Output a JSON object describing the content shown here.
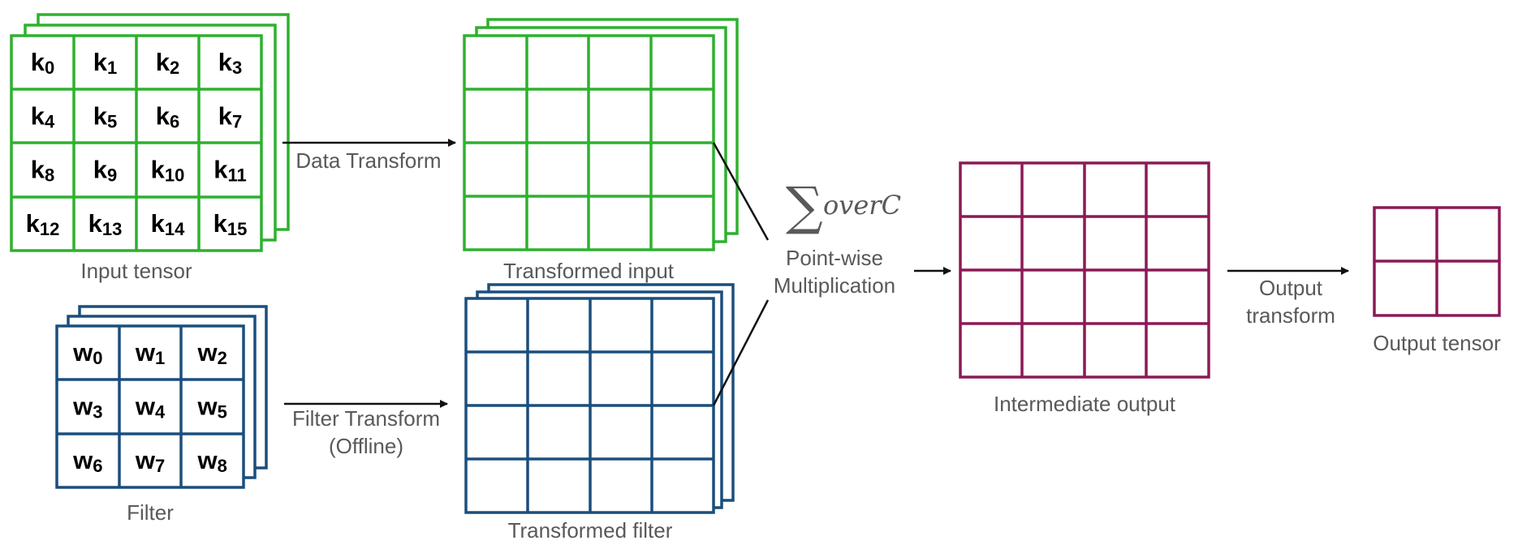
{
  "colors": {
    "green": "#2eb12e",
    "blue": "#1a4e7d",
    "purple": "#8b1a55",
    "arrow": "#111111",
    "label": "#595959"
  },
  "input_cells": [
    {
      "base": "k",
      "sub": "0"
    },
    {
      "base": "k",
      "sub": "1"
    },
    {
      "base": "k",
      "sub": "2"
    },
    {
      "base": "k",
      "sub": "3"
    },
    {
      "base": "k",
      "sub": "4"
    },
    {
      "base": "k",
      "sub": "5"
    },
    {
      "base": "k",
      "sub": "6"
    },
    {
      "base": "k",
      "sub": "7"
    },
    {
      "base": "k",
      "sub": "8"
    },
    {
      "base": "k",
      "sub": "9"
    },
    {
      "base": "k",
      "sub": "10"
    },
    {
      "base": "k",
      "sub": "11"
    },
    {
      "base": "k",
      "sub": "12"
    },
    {
      "base": "k",
      "sub": "13"
    },
    {
      "base": "k",
      "sub": "14"
    },
    {
      "base": "k",
      "sub": "15"
    }
  ],
  "filter_cells": [
    {
      "base": "w",
      "sub": "0"
    },
    {
      "base": "w",
      "sub": "1"
    },
    {
      "base": "w",
      "sub": "2"
    },
    {
      "base": "w",
      "sub": "3"
    },
    {
      "base": "w",
      "sub": "4"
    },
    {
      "base": "w",
      "sub": "5"
    },
    {
      "base": "w",
      "sub": "6"
    },
    {
      "base": "w",
      "sub": "7"
    },
    {
      "base": "w",
      "sub": "8"
    }
  ],
  "labels": {
    "input_tensor": "Input tensor",
    "filter": "Filter",
    "data_transform": "Data Transform",
    "filter_transform_line1": "Filter Transform",
    "filter_transform_line2": "(Offline)",
    "transformed_input": "Transformed input",
    "transformed_filter": "Transformed filter",
    "sum_symbol": "∑",
    "sum_over": "overC",
    "pointwise_line1": "Point-wise",
    "pointwise_line2": "Multiplication",
    "intermediate_output": "Intermediate output",
    "output_transform_line1": "Output",
    "output_transform_line2": "transform",
    "output_tensor": "Output tensor"
  }
}
